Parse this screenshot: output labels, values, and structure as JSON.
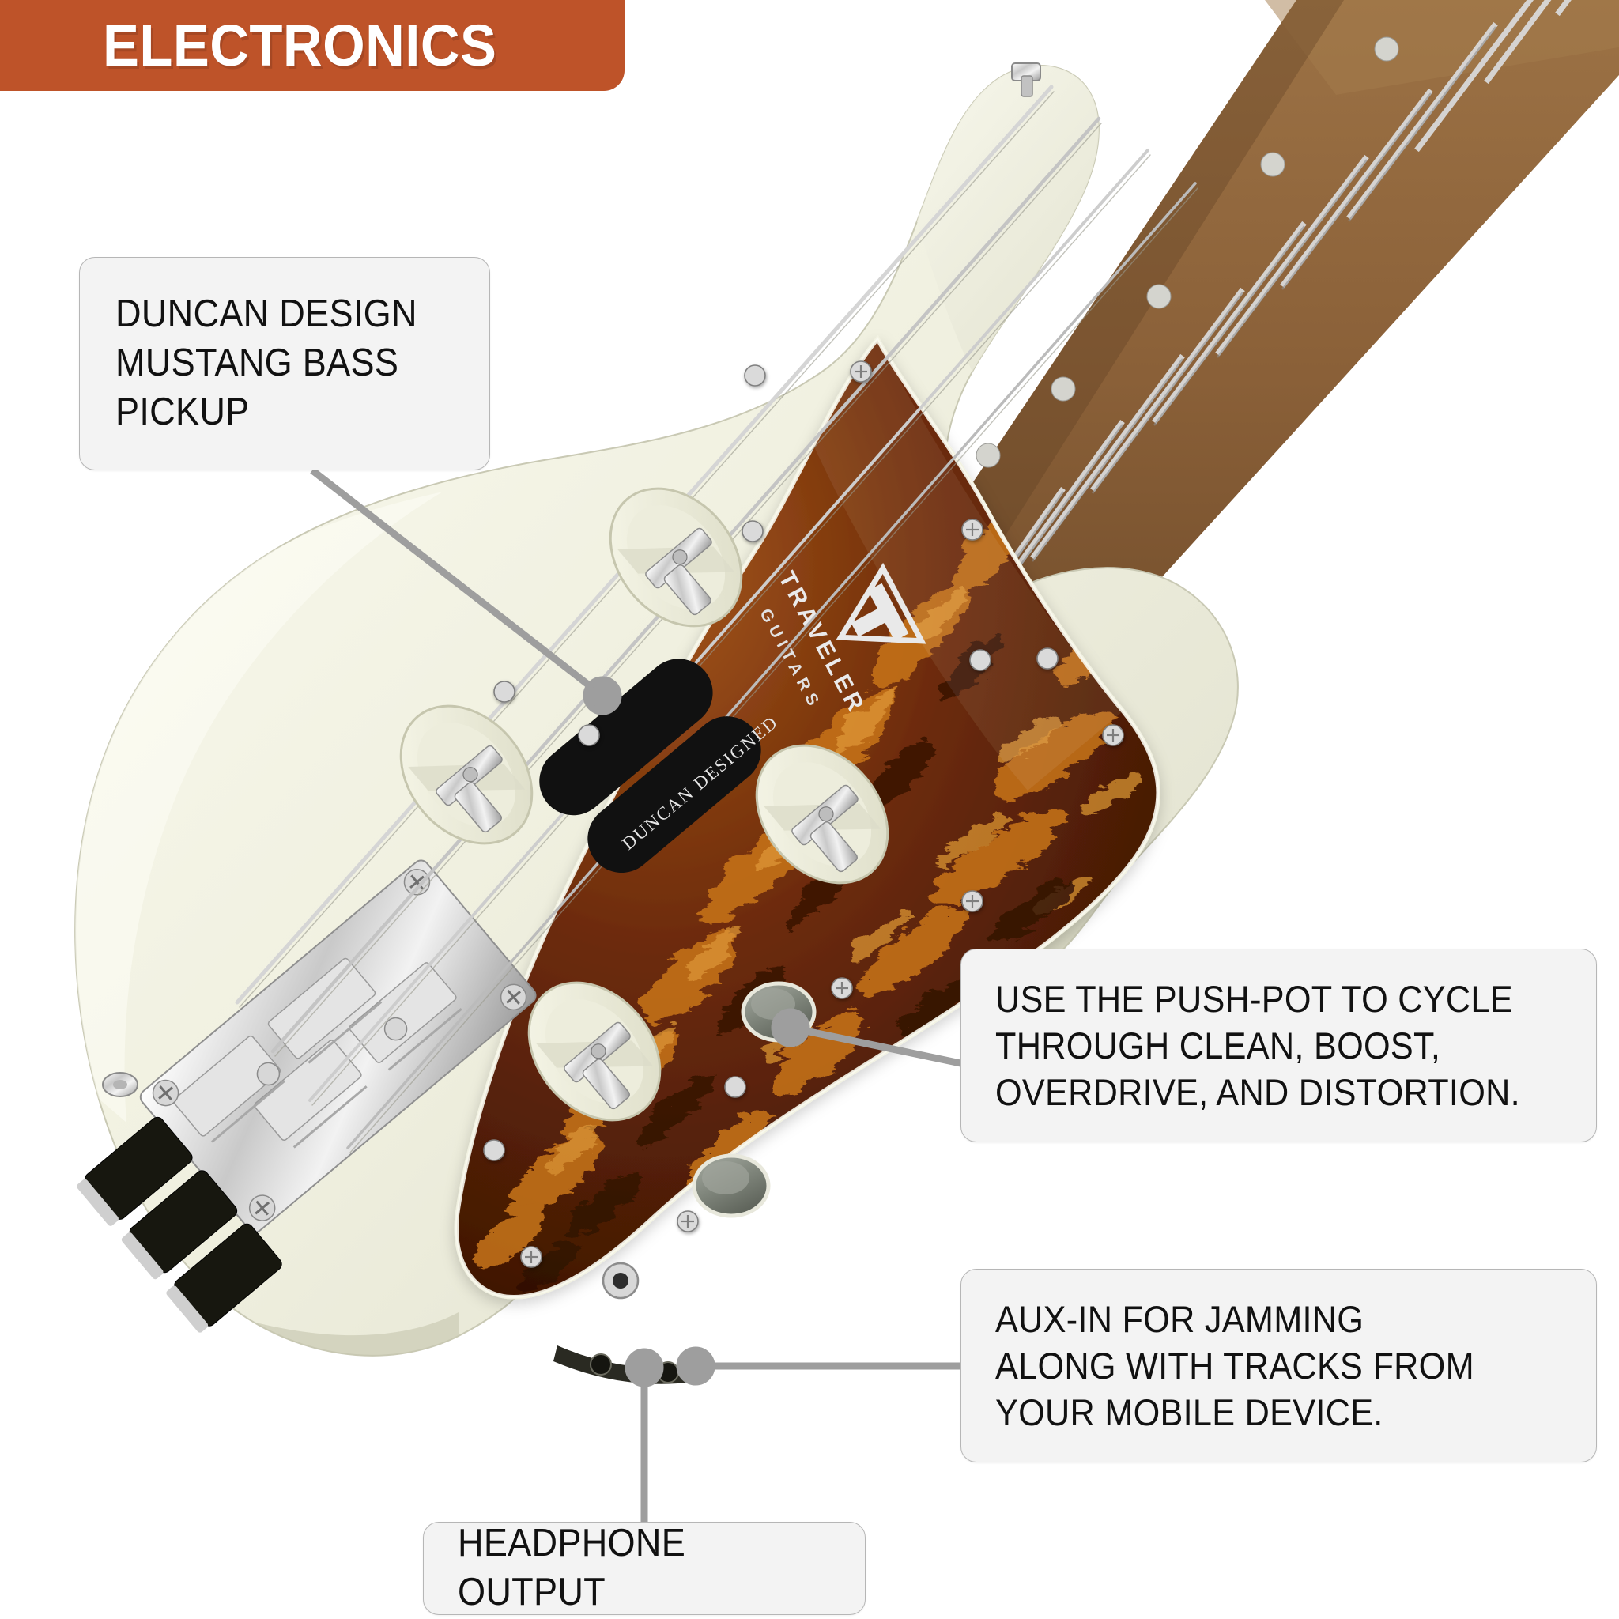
{
  "banner": {
    "label": "ELECTRONICS",
    "bg_color": "#BE5329",
    "text_color": "#FFFFFF"
  },
  "callouts": [
    {
      "id": "pickup",
      "text": "DUNCAN DESIGN\nMUSTANG BASS\nPICKUP",
      "anchor": "bass-pickup"
    },
    {
      "id": "pushpot",
      "text": "USE THE PUSH-POT TO CYCLE\nTHROUGH CLEAN, BOOST,\nOVERDRIVE, AND DISTORTION.",
      "anchor": "push-pot-knob"
    },
    {
      "id": "aux",
      "text": "AUX-IN FOR JAMMING\nALONG WITH TRACKS FROM\nYOUR MOBILE DEVICE.",
      "anchor": "aux-in-jack"
    },
    {
      "id": "headphone",
      "text": "HEADPHONE OUTPUT",
      "anchor": "headphone-jack"
    }
  ],
  "product": {
    "brand_logo_text": "TRAVELER",
    "brand_logo_sub": "GUITARS",
    "pickup_brand_text": "DUNCAN DESIGNED",
    "body_color": "#EFEFDF",
    "pickguard_color": "#5C2309",
    "fretboard_color": "#8A6138",
    "hardware_color": "#D8D8D8"
  },
  "style": {
    "callout_bg": "#F3F3F3",
    "callout_border": "#B6B6B6",
    "leader_color": "#9E9E9E",
    "text_color": "#111111"
  }
}
